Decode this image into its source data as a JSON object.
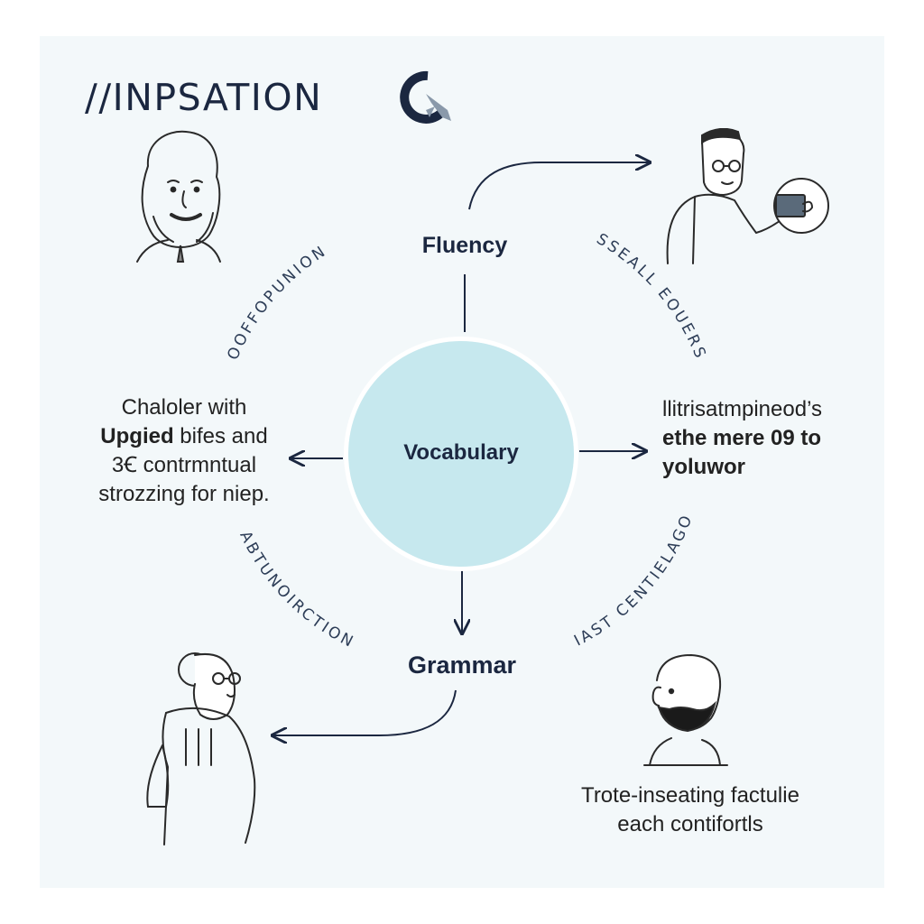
{
  "header": {
    "title": "//INPSATION"
  },
  "diagram": {
    "center": "Vocabulary",
    "top": "Fluency",
    "bottom": "Grammar",
    "left_text": {
      "line1": "Chaloler with",
      "line2_bold": "Upgied",
      "line2_rest": " bifes and",
      "line3": "3Ꞓ contrmntual",
      "line4": "strozzing for niep."
    },
    "right_text": {
      "line1": "llitrisatmpineod’s",
      "line2": "ethe mere 09 to",
      "line3": "yoluwor"
    },
    "bottom_right_text": {
      "line1": "Trote-inseating factulie",
      "line2": "each contifortls"
    },
    "arc_labels": {
      "top_left": "OOFFOPUNION",
      "top_right": "SSEALL EOUERS",
      "bottom_left": "ABTUNOIRCTION",
      "bottom_right": "IAST CENTIELAGO"
    }
  },
  "icons": [
    "logo-mark-icon",
    "arrow-right-icon",
    "arrow-left-icon",
    "arrow-down-icon"
  ],
  "colors": {
    "panel": "#f3f8fa",
    "hub": "#c6e8ee",
    "ink": "#1b2740",
    "accent": "#8a99aa"
  }
}
